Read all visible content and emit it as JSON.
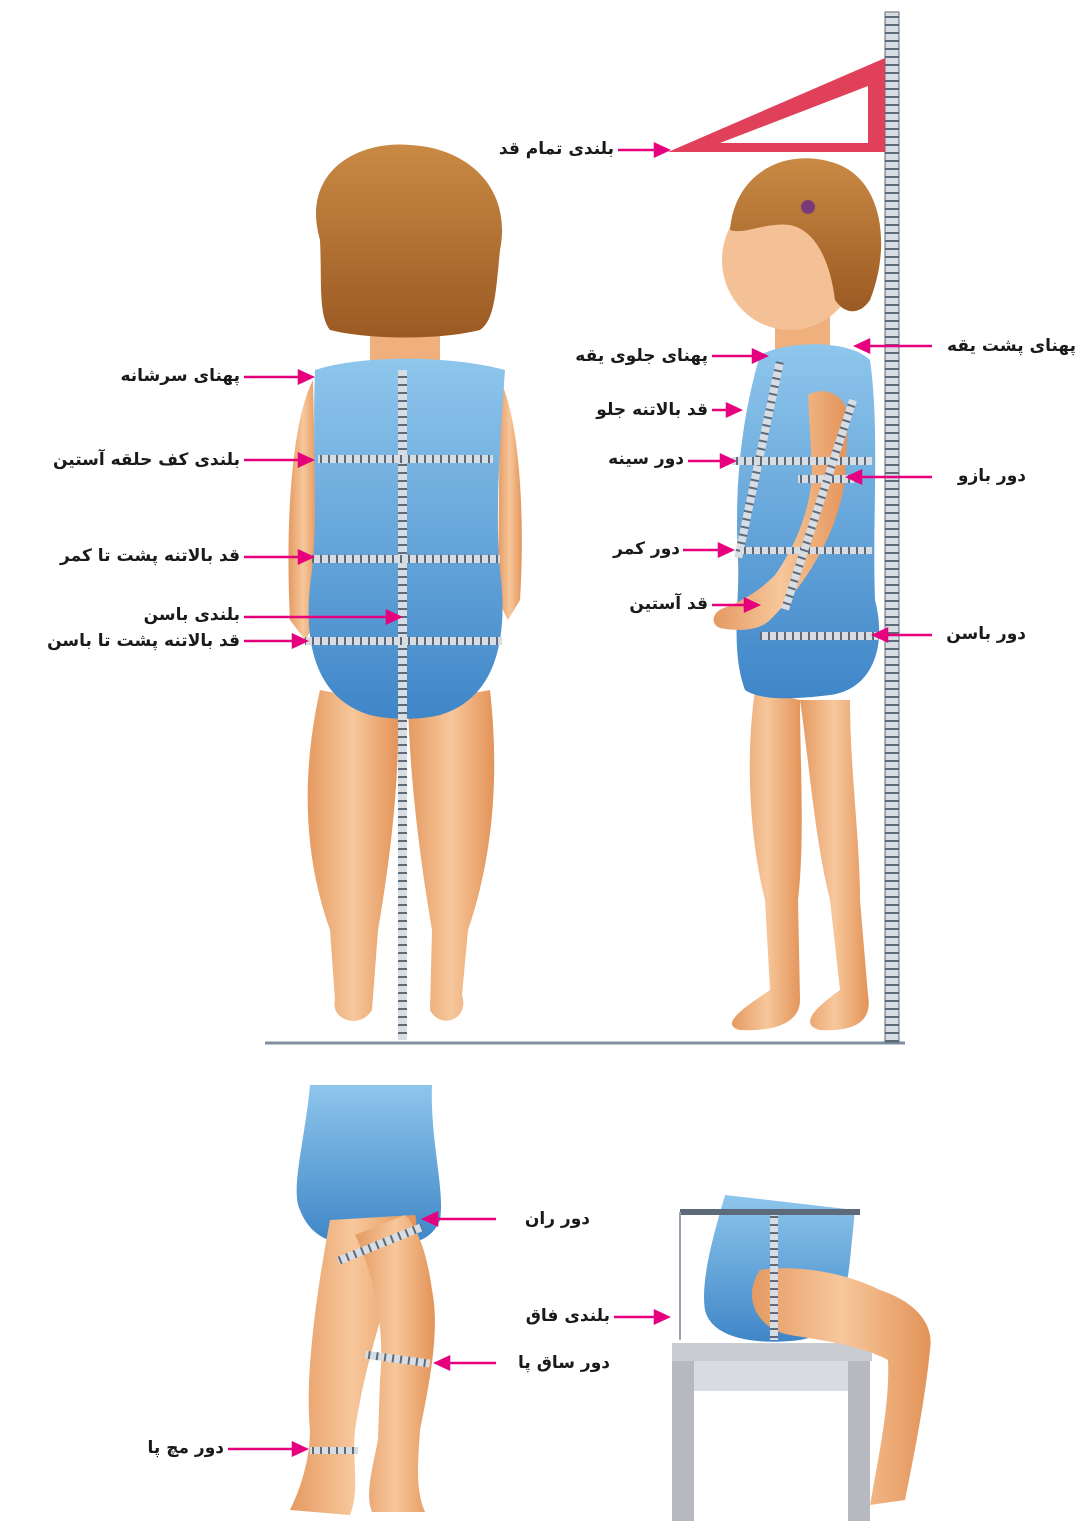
{
  "labels": {
    "full_height": "بلندی تمام قد",
    "back_neck_width": "پهنای پشت یقه",
    "front_neck_width": "پهنای جلوی یقه",
    "front_bodice_length": "قد بالاتنه جلو",
    "chest_circ": "دور سینه",
    "upper_arm_circ": "دور بازو",
    "waist_circ": "دور کمر",
    "sleeve_length": "قد آستین",
    "hip_circ": "دور باسن",
    "shoulder_width": "پهنای سرشانه",
    "armhole_depth": "بلندی کف حلقه آستین",
    "back_waist_length": "قد بالاتنه پشت تا کمر",
    "hip_height": "بلندی باسن",
    "back_to_hip_length": "قد بالاتنه پشت تا باسن",
    "thigh_circ": "دور ران",
    "crotch_height": "بلندی فاق",
    "calf_circ": "دور ساق پا",
    "ankle_circ": "دور مچ پا"
  },
  "colors": {
    "arrow": "#e6007e",
    "garment": "#5fa8dc",
    "skin": "#f2b483",
    "hair": "#b7712f",
    "tape": "#7f8fa0",
    "triangle": "#e0405a"
  }
}
